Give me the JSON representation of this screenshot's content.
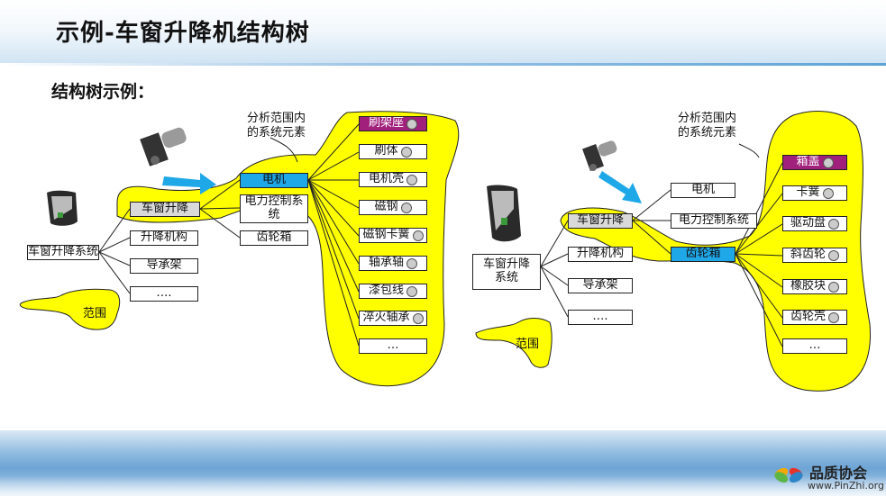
{
  "title": "示例-车窗升降机结构树",
  "subtitle": "结构树示例：",
  "left": {
    "root": "车窗升降系统",
    "children": [
      "车窗升降",
      "升降机构",
      "导承架",
      "…."
    ],
    "sub": [
      "电机",
      "电力控制系统",
      "齿轮箱"
    ],
    "motor_parts": [
      "刷架座",
      "刷体",
      "电机壳",
      "磁钢",
      "磁钢卡簧",
      "轴承轴",
      "漆包线",
      "淬火轴承",
      "…"
    ],
    "annotation": "分析范围内\n的系统元素",
    "scope_label": "范围"
  },
  "right": {
    "root": "车窗升降\n系统",
    "children": [
      "车窗升降",
      "升降机构",
      "导承架",
      "…."
    ],
    "sub": [
      "电机",
      "电力控制系统",
      "齿轮箱"
    ],
    "gear_parts": [
      "箱盖",
      "卡簧",
      "驱动盘",
      "斜齿轮",
      "橡胶块",
      "齿轮壳",
      "…"
    ],
    "annotation": "分析范围内\n的系统元素",
    "scope_label": "范围"
  },
  "logo": {
    "name": "品质协会",
    "url": "www.PinZhi.org"
  },
  "colors": {
    "highlight": "#ffff00",
    "selected_blue": "#1fa8e8",
    "selected_purple": "#a0207c",
    "arrow": "#1fa8e8"
  }
}
